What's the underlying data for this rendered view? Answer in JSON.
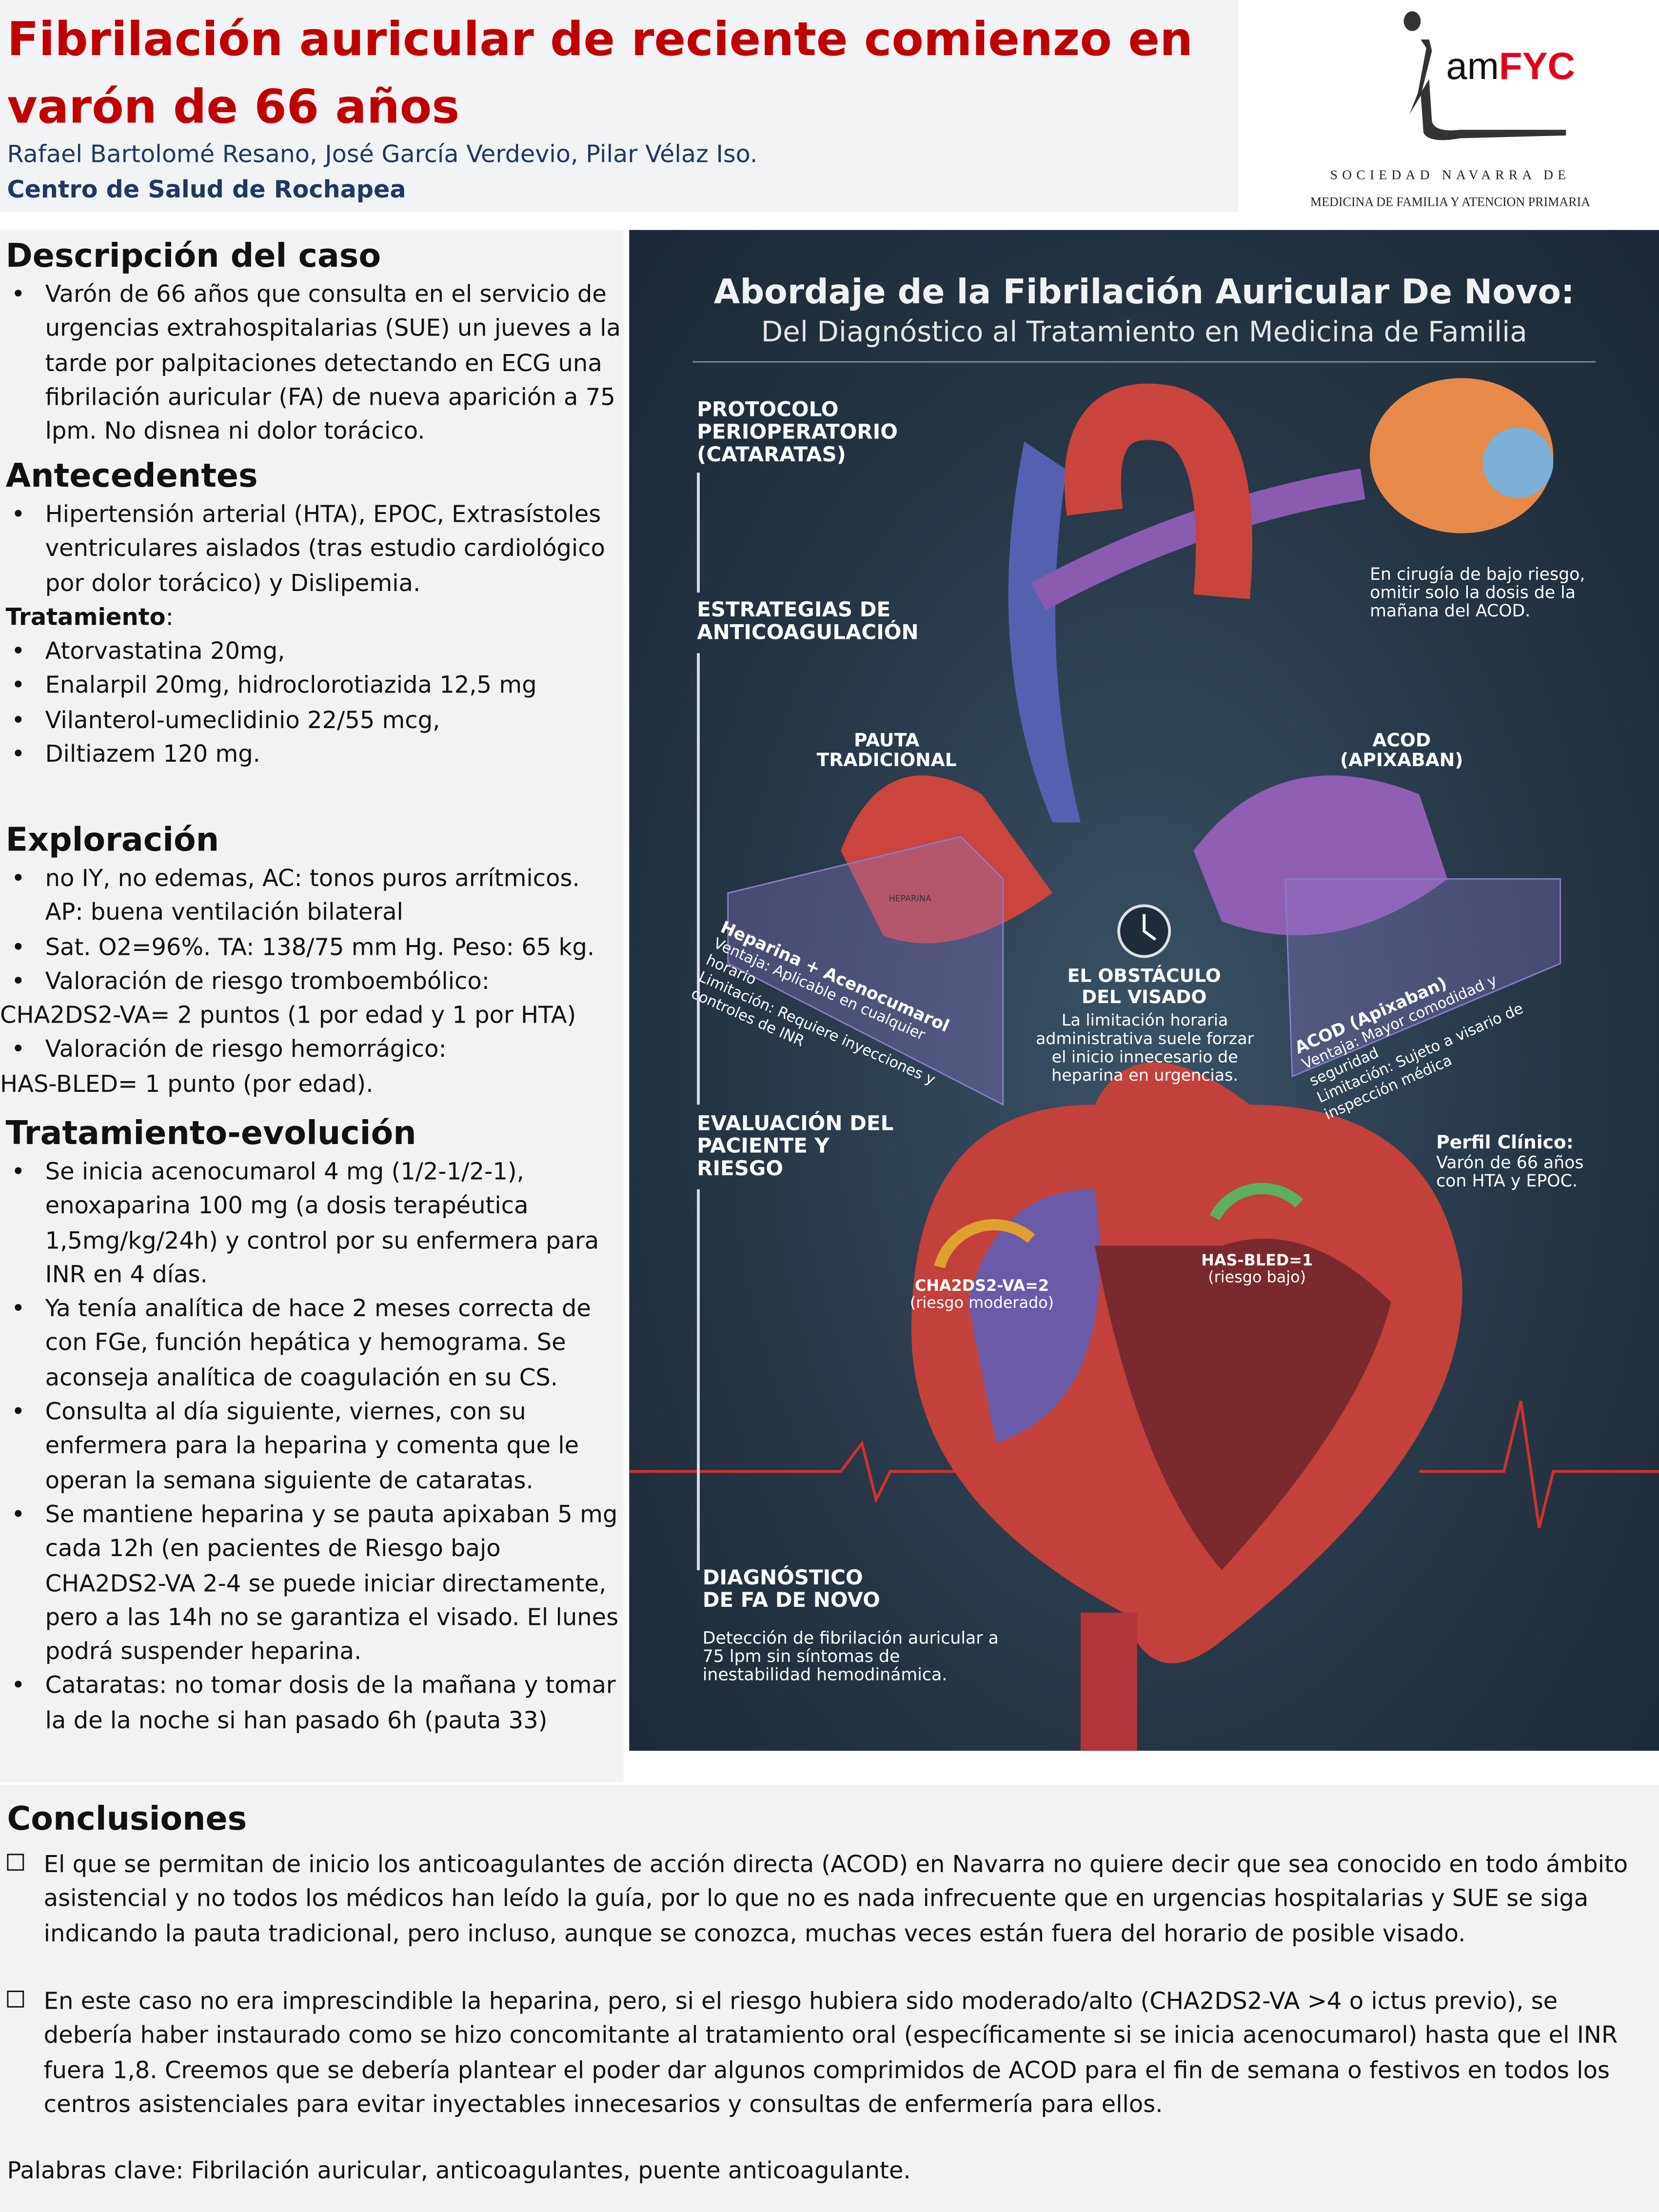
{
  "header": {
    "title": "Fibrilación auricular de reciente comienzo en varón de 66 años",
    "authors": "Rafael Bartolomé Resano, José García Verdevio, Pilar Vélaz Iso.",
    "center": "Centro de Salud de Rochapea"
  },
  "logo": {
    "brand_prefix": "am",
    "brand_suffix": "FYC",
    "line1": "SOCIEDAD NAVARRA DE",
    "line2": "MEDICINA DE FAMILIA Y ATENCION PRIMARIA"
  },
  "descripcion": {
    "heading": "Descripción del caso",
    "items": [
      "Varón de 66 años que consulta en el servicio de urgencias extrahospitalarias (SUE) un jueves a la tarde por palpitaciones detectando en ECG una fibrilación auricular (FA) de nueva aparición a 75 lpm. No disnea ni dolor torácico."
    ]
  },
  "antecedentes": {
    "heading": "Antecedentes",
    "items": [
      "Hipertensión arterial (HTA), EPOC, Extrasístoles ventriculares aislados (tras estudio cardiológico por dolor torácico) y Dislipemia."
    ],
    "tratamiento_label": "Tratamiento",
    "tratamiento": [
      "Atorvastatina 20mg,",
      "Enalarpil 20mg, hidroclorotiazida 12,5 mg",
      "Vilanterol-umeclidinio 22/55 mcg,",
      "Diltiazem 120 mg."
    ]
  },
  "exploracion": {
    "heading": "Exploración",
    "items": [
      "no IY, no edemas, AC: tonos puros arrítmicos. AP: buena ventilación bilateral",
      "Sat. O2=96%. TA: 138/75 mm Hg. Peso: 65 kg.",
      "Valoración de riesgo tromboembólico:"
    ],
    "cha": "CHA2DS2-VA= 2 puntos (1 por edad y 1 por HTA)",
    "item_hem": "Valoración de riesgo hemorrágico:",
    "hasbled": "HAS-BLED= 1 punto (por edad)."
  },
  "tratamiento_evolucion": {
    "heading": "Tratamiento-evolución",
    "items": [
      "Se inicia acenocumarol 4 mg (1/2-1/2-1), enoxaparina 100 mg (a dosis terapéutica 1,5mg/kg/24h) y control por su enfermera para INR en 4 días.",
      "Ya tenía analítica de hace 2 meses correcta de con FGe, función hepática y hemograma. Se aconseja analítica de coagulación en su CS.",
      "Consulta al día siguiente, viernes, con su enfermera para la heparina y comenta que le operan la semana siguiente de cataratas.",
      "Se mantiene heparina y se pauta apixaban 5 mg cada 12h (en pacientes de Riesgo bajo CHA2DS2-VA 2-4 se puede iniciar directamente, pero a las 14h no se garantiza el visado. El lunes podrá suspender heparina.",
      "Cataratas: no tomar dosis de la mañana y tomar la de la noche si han pasado 6h (pauta 33)"
    ]
  },
  "infographic": {
    "title": "Abordaje de la Fibrilación Auricular De Novo:",
    "subtitle": "Del Diagnóstico al Tratamiento en Medicina de Familia",
    "protocolo": "PROTOCOLO PERIOPERATORIO (CATARATAS)",
    "cirugia": "En cirugía de bajo riesgo, omitir solo la dosis de la mañana del ACOD.",
    "estrategias": "ESTRATEGIAS DE ANTICOAGULACIÓN",
    "pauta": "PAUTA TRADICIONAL",
    "acod": "ACOD (APIXABAN)",
    "heparina_vial": "HEPARINA",
    "left_box": {
      "title": "Heparina + Acenocumarol",
      "ventaja": "Ventaja: Aplicable en cualquier horario",
      "limitacion": "Limitación: Requiere inyecciones y controles de INR"
    },
    "right_box": {
      "title": "ACOD (Apixaban)",
      "ventaja": "Ventaja: Mayor comodidad y seguridad",
      "limitacion": "Limitación: Sujeto a visario de inspección médica"
    },
    "obstaculo": "EL OBSTÁCULO DEL VISADO",
    "obstaculo_text": "La limitación horaria administrativa suele forzar el inicio innecesario de heparina en urgencias.",
    "evaluacion": "EVALUACIÓN DEL PACIENTE Y RIESGO",
    "perfil_title": "Perfil Clínico:",
    "perfil_text": "Varón de 66 años con HTA y EPOC.",
    "gauge1": "CHA2DS2-VA=2",
    "gauge1_sub": "(riesgo moderado)",
    "gauge2": "HAS-BLED=1",
    "gauge2_sub": "(riesgo bajo)",
    "diagnostico": "DIAGNÓSTICO DE FA DE NOVO",
    "diagnostico_text": "Detección de fibrilación auricular a 75 lpm sin síntomas de inestabilidad hemodinámica."
  },
  "conclusiones": {
    "heading": "Conclusiones",
    "items": [
      "El que se permitan de inicio los anticoagulantes de acción directa (ACOD) en Navarra no quiere decir que sea conocido en todo ámbito asistencial y no todos los médicos han leído la guía, por lo que no es nada infrecuente que en urgencias hospitalarias y SUE se siga indicando la pauta tradicional, pero incluso, aunque se conozca, muchas veces están fuera del horario de posible visado.",
      "En este caso no era imprescindible la heparina, pero, si el riesgo hubiera sido moderado/alto (CHA2DS2-VA >4 o ictus previo), se debería haber instaurado como se hizo concomitante al tratamiento oral (específicamente si se inicia acenocumarol) hasta que el INR fuera 1,8. Creemos que se debería plantear el poder dar algunos comprimidos de ACOD para el fin de semana o festivos en todos los centros asistenciales para evitar inyectables innecesarios y consultas de enfermería para ellos."
    ],
    "keywords": "Palabras clave: Fibrilación auricular, anticoagulantes, puente anticoagulante."
  }
}
